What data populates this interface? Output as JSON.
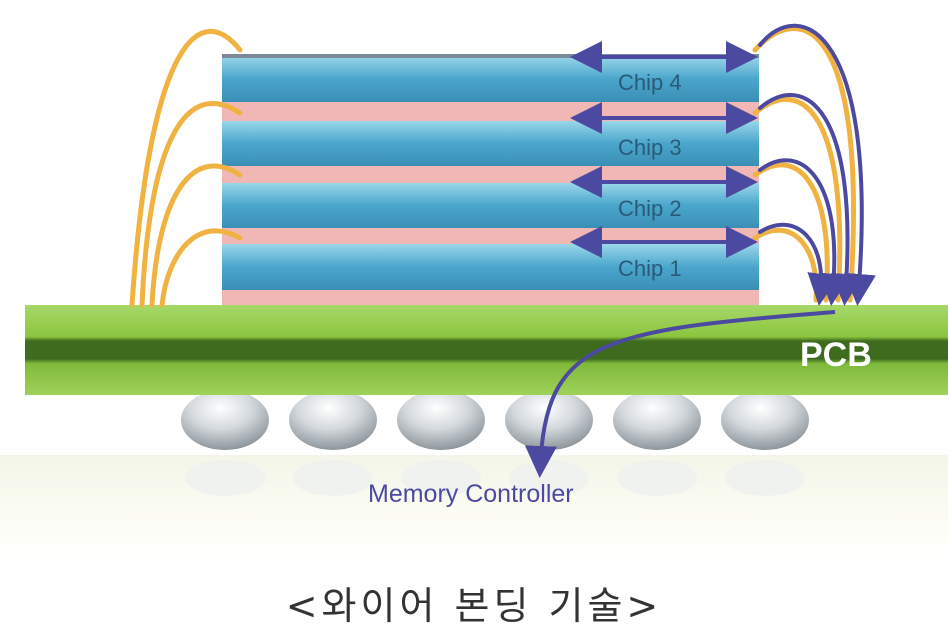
{
  "chips": [
    {
      "label": "Chip 4"
    },
    {
      "label": "Chip 3"
    },
    {
      "label": "Chip 2"
    },
    {
      "label": "Chip 1"
    }
  ],
  "pcb_label": "PCB",
  "controller_label": "Memory Controller",
  "caption": "<와이어 본딩 기술>",
  "solder_ball_count": 6,
  "colors": {
    "chip": "#4aa6cc",
    "chip_highlight": "#7cc7e3",
    "spacer": "#f1b7b5",
    "pcb": "#8cc63f",
    "pcb_dark": "#3f6b1e",
    "wire_gold": "#f0b240",
    "wire_signal": "#4b4aa0",
    "controller_text": "#4b4aa0"
  }
}
